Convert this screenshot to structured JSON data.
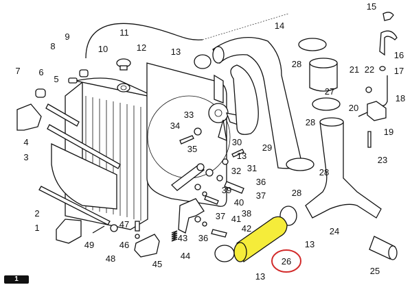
{
  "diagram": {
    "type": "exploded-parts-diagram",
    "page_badge": "1",
    "highlight": {
      "part": "26",
      "fill_color": "#f5ec3a",
      "circle_color": "#d22a2a"
    },
    "callouts": [
      "1",
      "2",
      "3",
      "4",
      "5",
      "6",
      "7",
      "8",
      "9",
      "10",
      "11",
      "12",
      "13",
      "13",
      "13",
      "13",
      "14",
      "15",
      "16",
      "17",
      "18",
      "19",
      "20",
      "21",
      "22",
      "23",
      "24",
      "25",
      "26",
      "27",
      "28",
      "28",
      "28",
      "28",
      "29",
      "30",
      "31",
      "32",
      "33",
      "34",
      "35",
      "36",
      "36",
      "37",
      "37",
      "38",
      "39",
      "40",
      "41",
      "42",
      "43",
      "44",
      "45",
      "46",
      "47",
      "48",
      "49"
    ]
  }
}
